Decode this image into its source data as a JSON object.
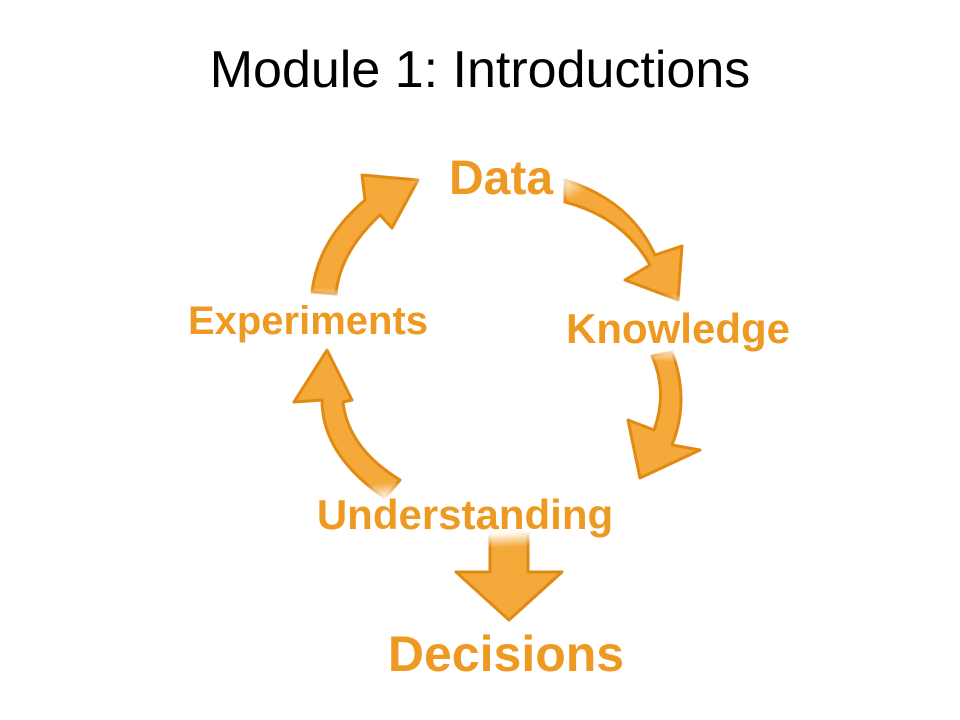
{
  "slide": {
    "title": "Module 1: Introductions"
  },
  "cycle": {
    "nodes": {
      "data": "Data",
      "knowledge": "Knowledge",
      "understanding": "Understanding",
      "experiments": "Experiments"
    },
    "outcome": "Decisions"
  },
  "colors": {
    "arrow_fill": "#F4A93A",
    "arrow_stroke": "#E08A12",
    "label_text": "#EE9A22",
    "title_text": "#000000",
    "background": "#FFFFFF"
  }
}
